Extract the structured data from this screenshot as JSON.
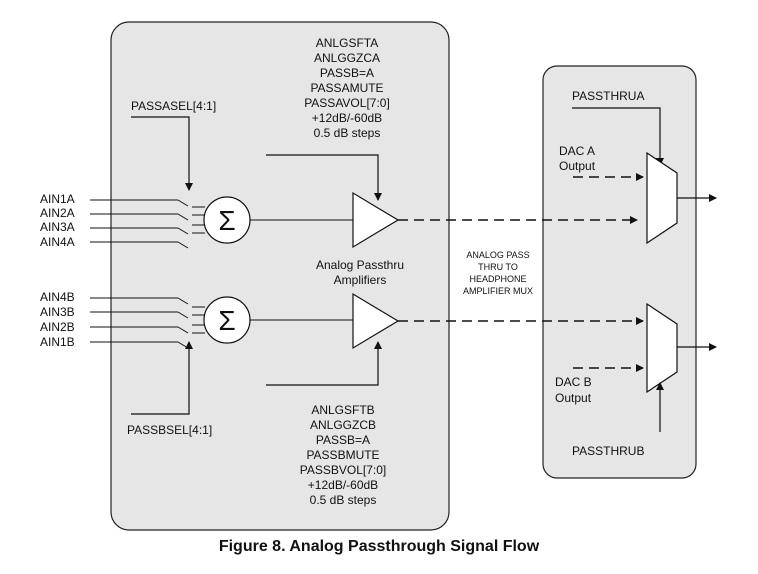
{
  "caption": "Figure 8.  Analog Passthrough Signal Flow",
  "left_block": {
    "top_amp_settings": [
      "ANLGSFTA",
      "ANLGGZCA",
      "PASSB=A",
      "PASSAMUTE",
      "PASSAVOL[7:0]",
      "+12dB/-60dB",
      "0.5 dB steps"
    ],
    "bottom_amp_settings": [
      "ANLGSFTB",
      "ANLGGZCB",
      "PASSB=A",
      "PASSBMUTE",
      "PASSBVOL[7:0]",
      "+12dB/-60dB",
      "0.5 dB steps"
    ],
    "passa_sel": "PASSASEL[4:1]",
    "passb_sel": "PASSBSEL[4:1]",
    "inputs_a": [
      "AIN1A",
      "AIN2A",
      "AIN3A",
      "AIN4A"
    ],
    "inputs_b": [
      "AIN4B",
      "AIN3B",
      "AIN2B",
      "AIN1B"
    ],
    "sum_symbol": "Σ",
    "amp_label": [
      "Analog Passthru",
      "Amplifiers"
    ]
  },
  "middle_note": [
    "ANALOG PASS",
    "THRU  TO",
    "HEADPHONE",
    "AMPLIFIER MUX"
  ],
  "right_block": {
    "passthru_a": "PASSTHRUA",
    "passthru_b": "PASSTHRUB",
    "dac_a": [
      "DAC A",
      "Output"
    ],
    "dac_b": [
      "DAC B",
      "Output"
    ]
  }
}
